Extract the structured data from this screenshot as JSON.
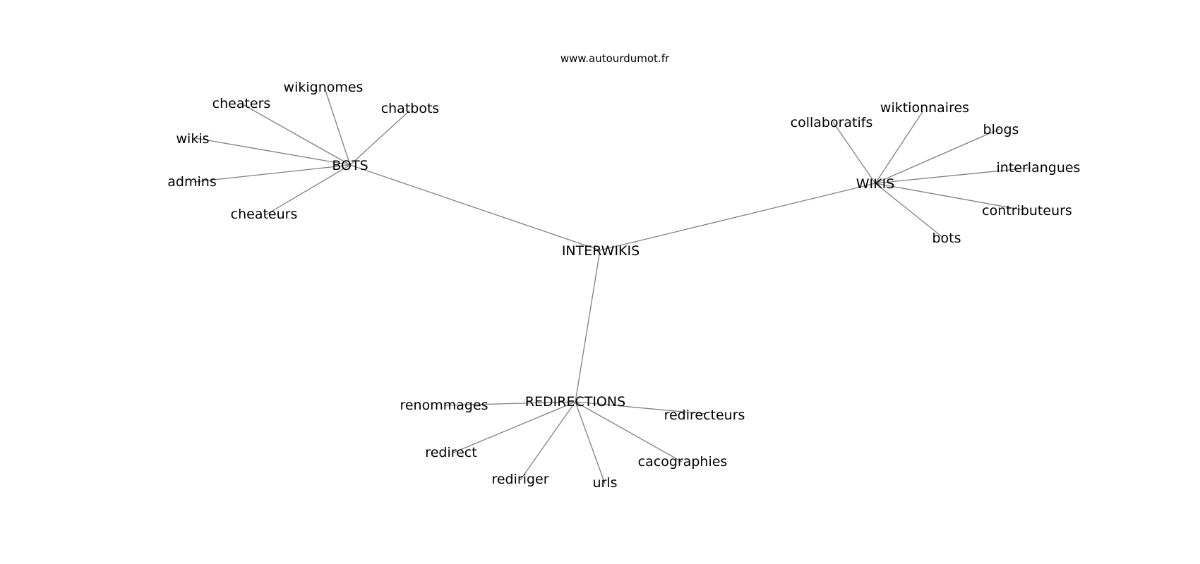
{
  "site": "www.autourdumot.fr",
  "center": "INTERWIKIS",
  "clusters": [
    {
      "hub": "BOTS",
      "leaves": [
        "wikignomes",
        "cheaters",
        "chatbots",
        "wikis",
        "admins",
        "cheateurs"
      ]
    },
    {
      "hub": "WIKIS",
      "leaves": [
        "wiktionnaires",
        "collaboratifs",
        "blogs",
        "interlangues",
        "contributeurs",
        "bots"
      ]
    },
    {
      "hub": "REDIRECTIONS",
      "leaves": [
        "renommages",
        "redirecteurs",
        "redirect",
        "cacographies",
        "rediriger",
        "urls"
      ]
    }
  ]
}
